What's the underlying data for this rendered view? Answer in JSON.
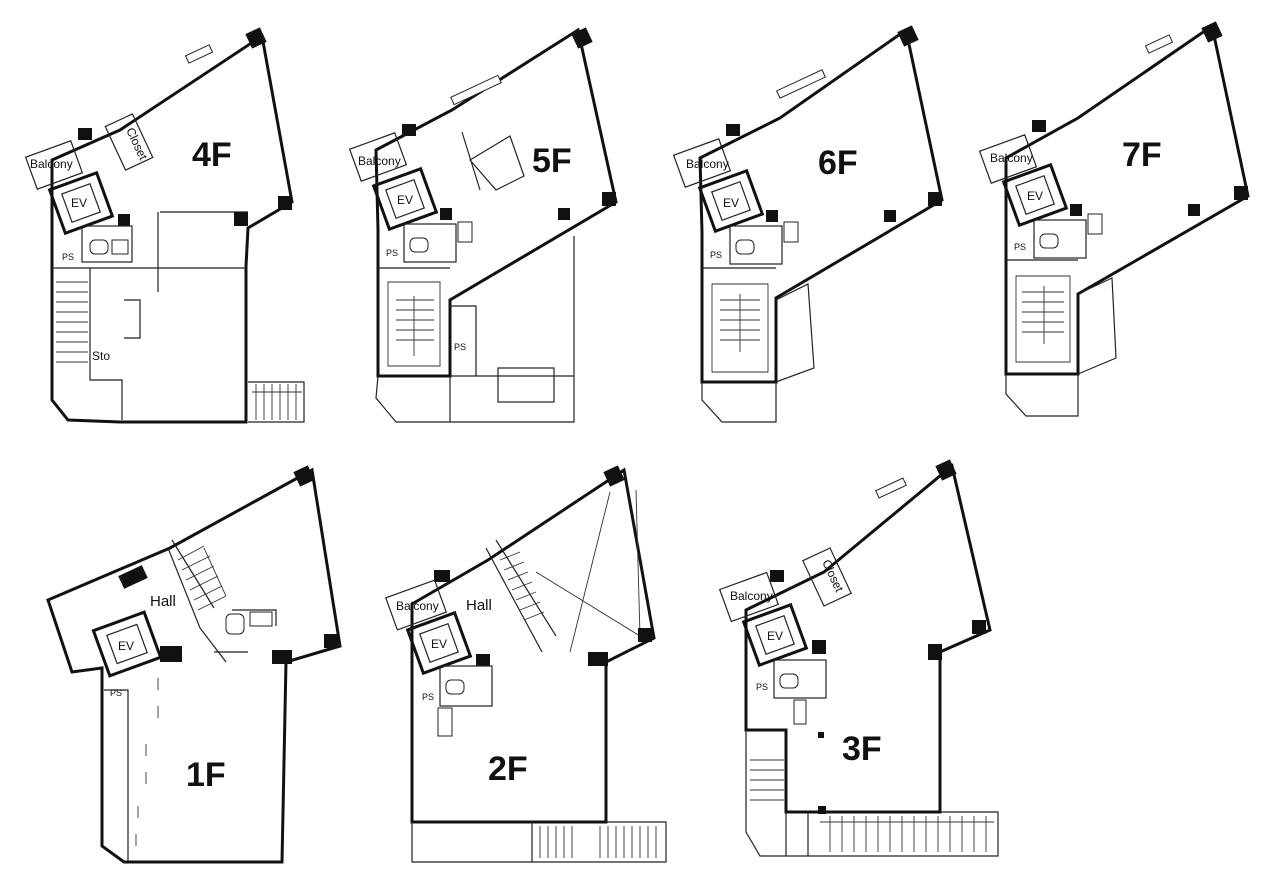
{
  "labels": {
    "balcony": "Balcony",
    "ev": "EV",
    "ps": "PS",
    "closet": "Closet",
    "sto": "Sto",
    "hall": "Hall"
  },
  "floors": {
    "f4": "4F",
    "f5": "5F",
    "f6": "6F",
    "f7": "7F",
    "f1": "1F",
    "f2": "2F",
    "f3": "3F"
  }
}
